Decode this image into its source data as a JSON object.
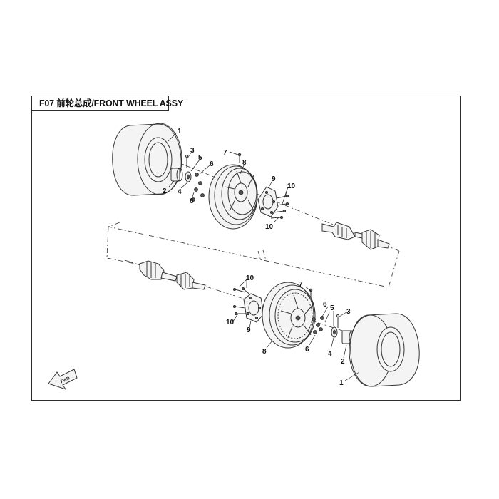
{
  "title": "F07 前轮总成/FRONT WHEEL ASSY",
  "direction_label": "FWD",
  "callouts": {
    "top": {
      "c1": "1",
      "c2": "2",
      "c3": "3",
      "c4": "4",
      "c5": "5",
      "c6a": "6",
      "c6b": "6",
      "c7": "7",
      "c8": "8",
      "c9": "9",
      "c10a": "10",
      "c10b": "10"
    },
    "bottom": {
      "c1": "1",
      "c2": "2",
      "c3": "3",
      "c4": "4",
      "c5": "5",
      "c6a": "6",
      "c6b": "6",
      "c7": "7",
      "c8": "8",
      "c9": "9",
      "c10a": "10",
      "c10b": "10"
    }
  }
}
